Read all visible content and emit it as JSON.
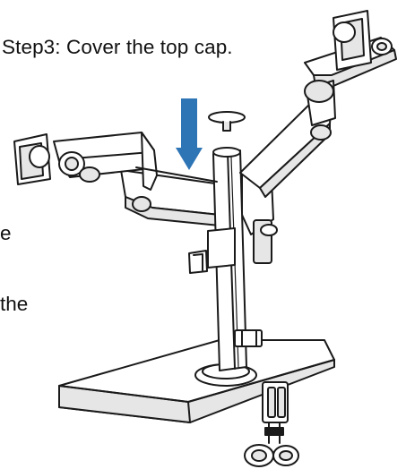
{
  "step_caption": "Step3: Cover the top cap.",
  "cropped_text_fragments": [
    "e",
    "the"
  ],
  "colors": {
    "arrow": "#2e75b6",
    "line_art": "#1a1a1a",
    "fill_light": "#ffffff",
    "fill_shade": "#e6e6e6"
  },
  "icons": {
    "direction_indicator": "down-arrow-icon",
    "part": "top-cap-icon"
  }
}
